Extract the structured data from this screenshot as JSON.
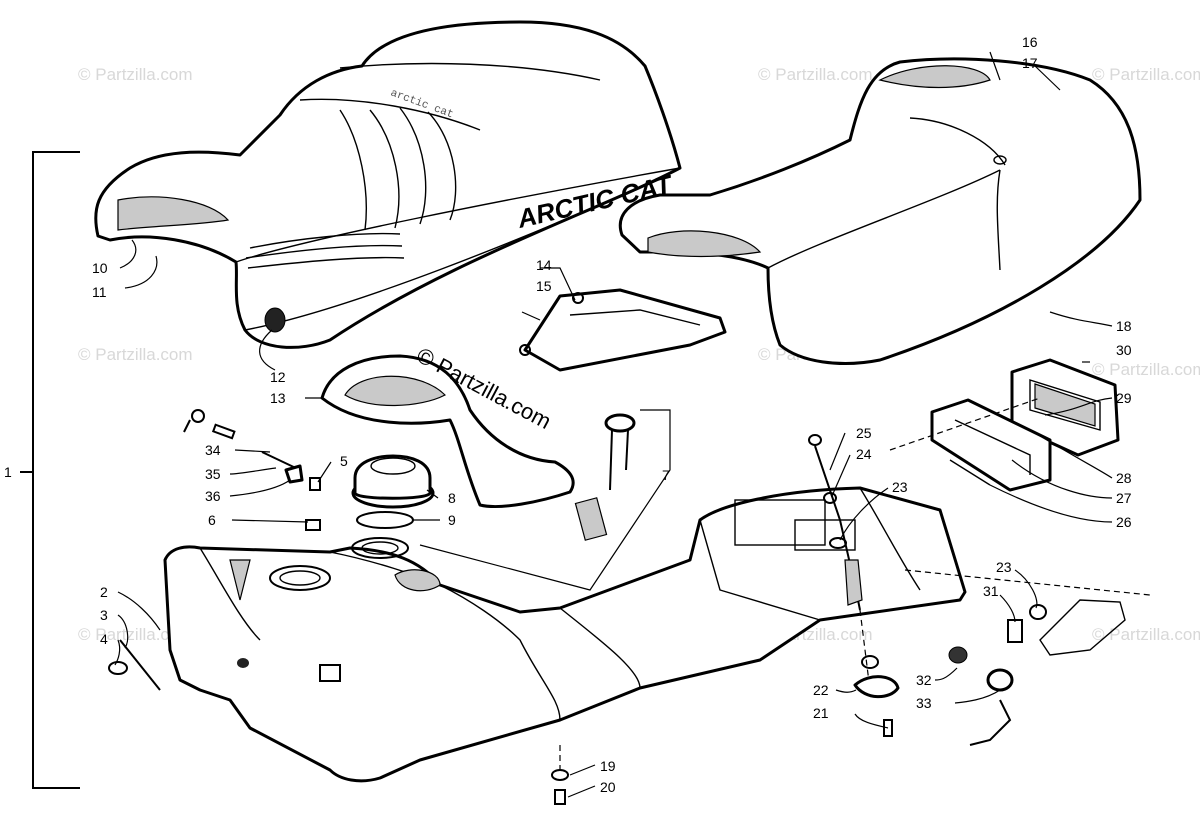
{
  "brand_text": "ARCTIC CAT",
  "seat_emboss_text": "arctic cat",
  "watermark_text": "© Partzilla.com",
  "center_watermark_text": "© Partzilla.com",
  "callouts": {
    "c1": "1",
    "c2": "2",
    "c3": "3",
    "c4": "4",
    "c5": "5",
    "c6": "6",
    "c7": "7",
    "c8": "8",
    "c9": "9",
    "c10": "10",
    "c11": "11",
    "c12": "12",
    "c13": "13",
    "c14": "14",
    "c15": "15",
    "c16": "16",
    "c17": "17",
    "c18": "18",
    "c19": "19",
    "c20": "20",
    "c21": "21",
    "c22": "22",
    "c23a": "23",
    "c23b": "23",
    "c24": "24",
    "c25": "25",
    "c26": "26",
    "c27": "27",
    "c28": "28",
    "c29": "29",
    "c30": "30",
    "c31": "31",
    "c32": "32",
    "c33": "33",
    "c34": "34",
    "c35": "35",
    "c36": "36"
  }
}
